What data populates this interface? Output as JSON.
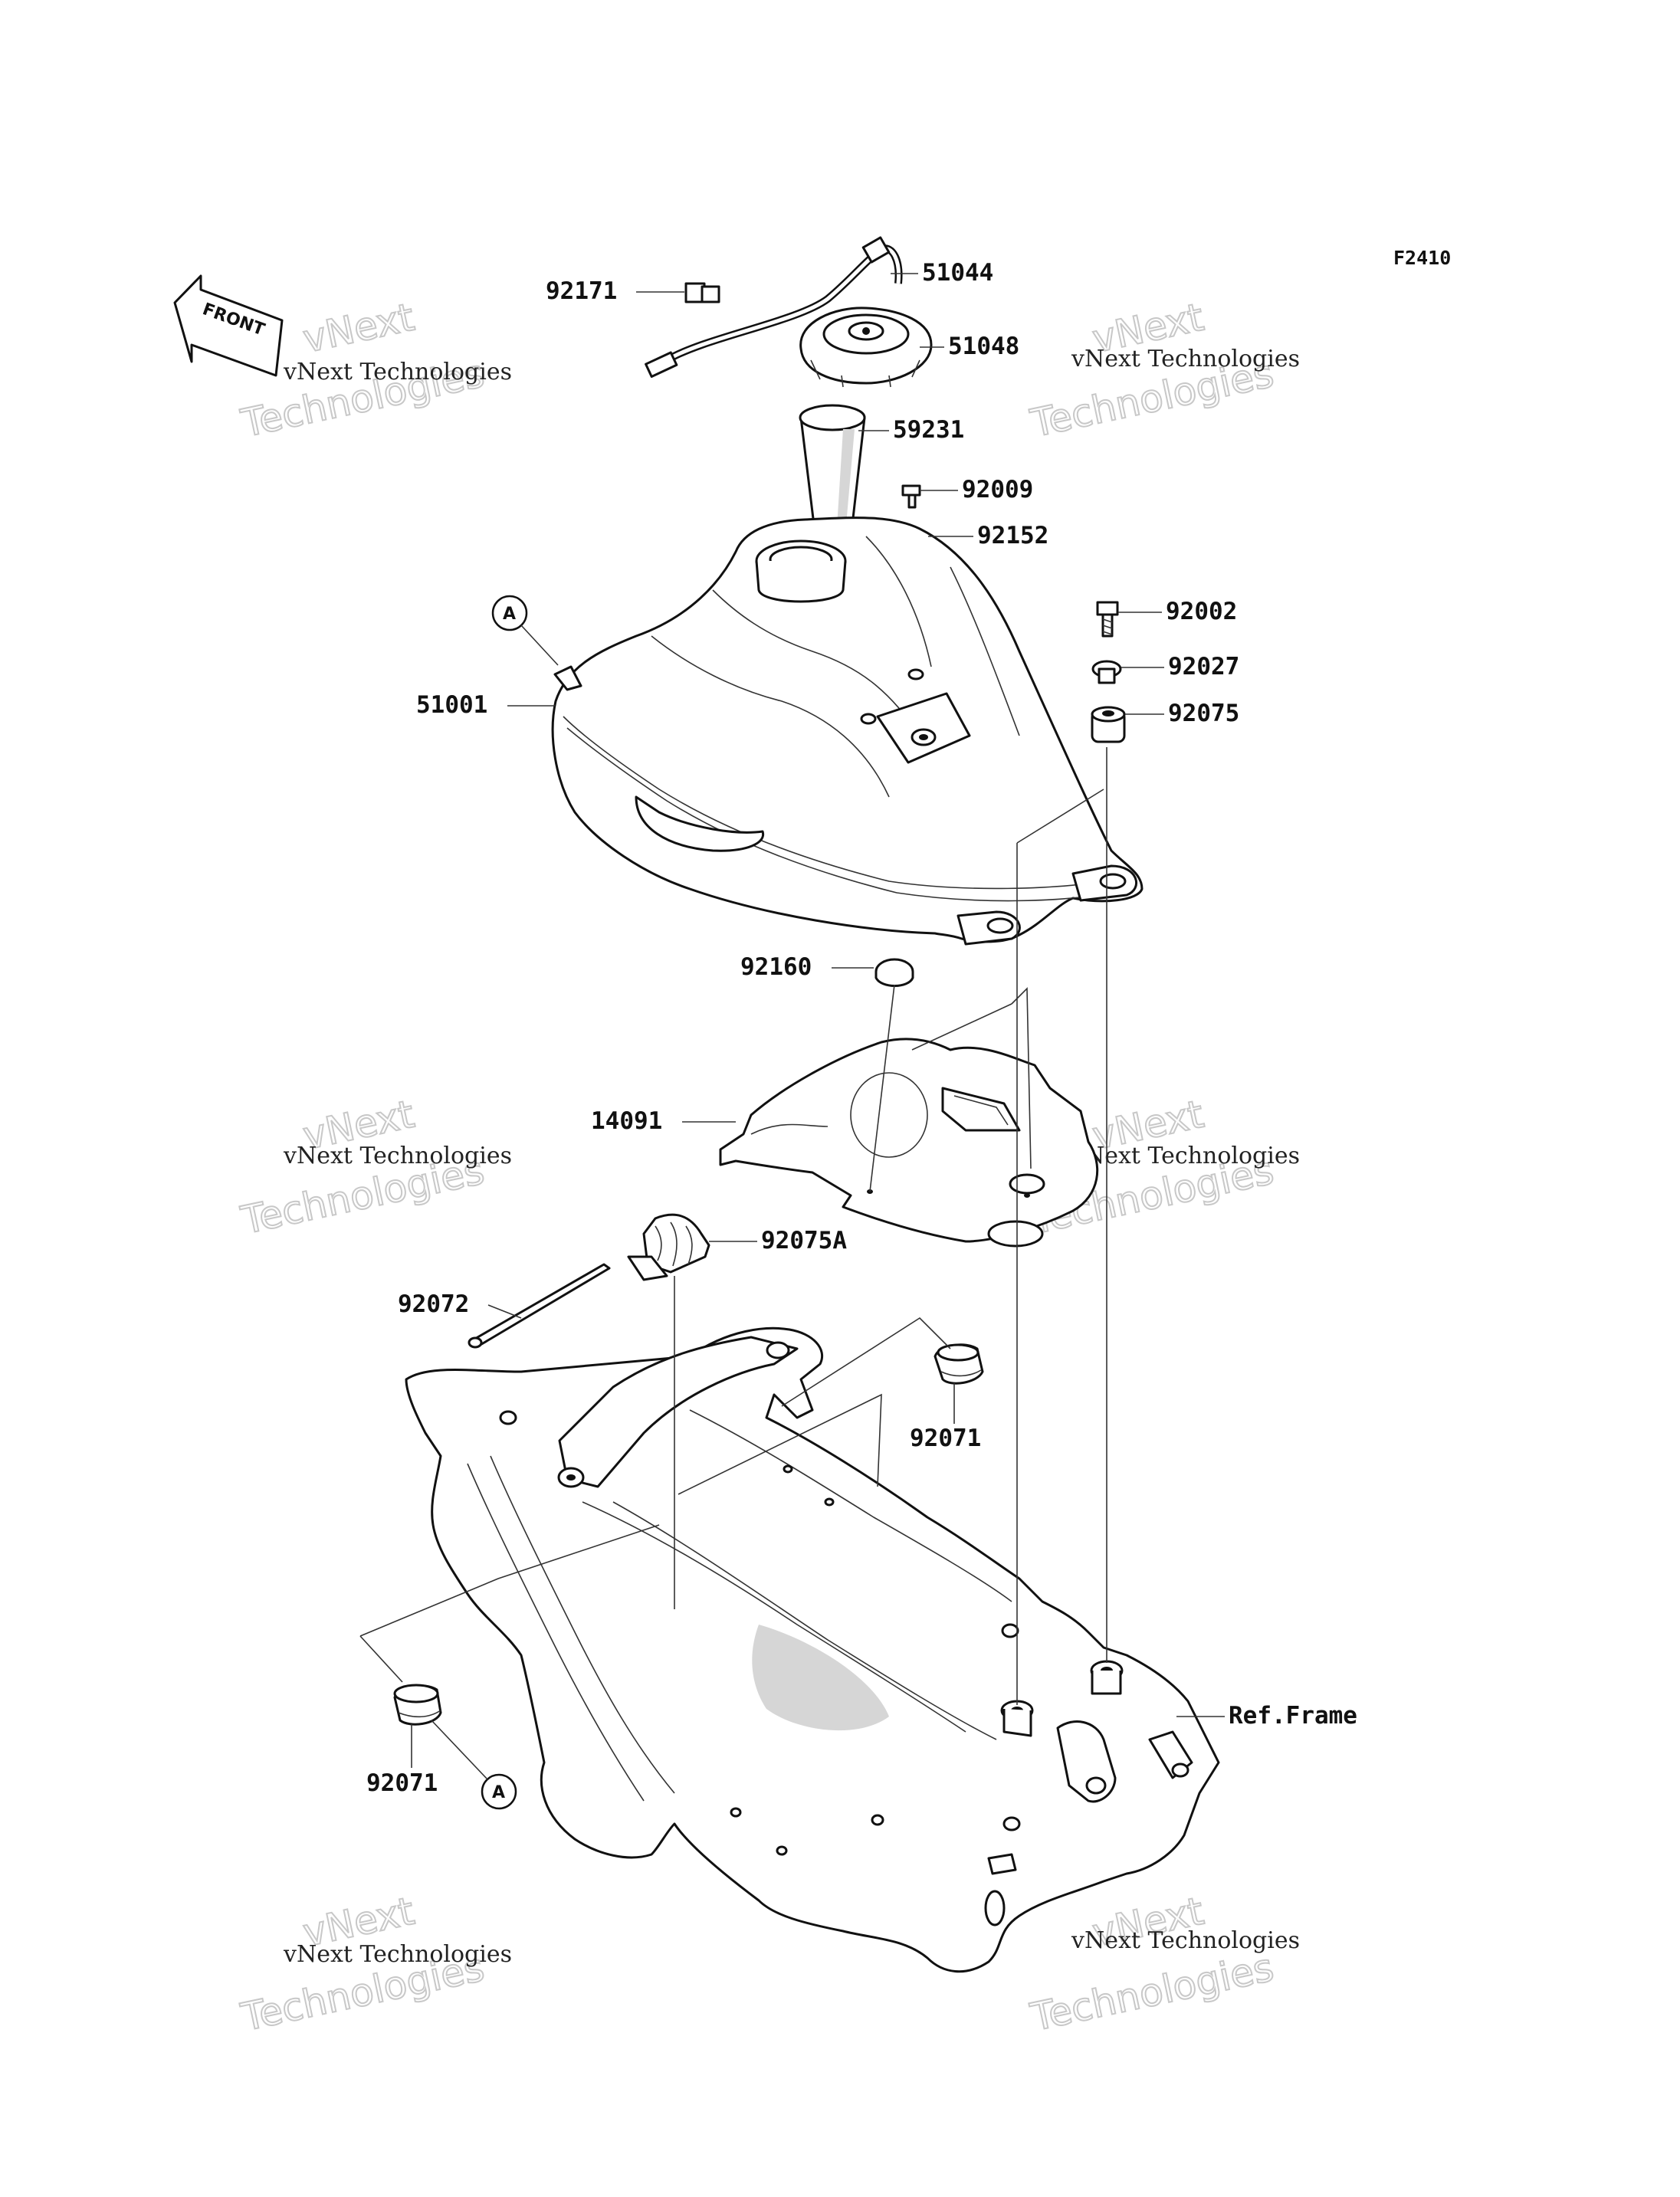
{
  "diagram_code": "F2410",
  "front_label": "FRONT",
  "ref_frame_label": "Ref.Frame",
  "callout_marker": "A",
  "watermark": {
    "line1": "vNext Technologies",
    "line2": "vNext",
    "line3": "Technologies"
  },
  "parts": [
    {
      "id": "p51044",
      "number": "51044"
    },
    {
      "id": "p92171",
      "number": "92171"
    },
    {
      "id": "p51048",
      "number": "51048"
    },
    {
      "id": "p59231",
      "number": "59231"
    },
    {
      "id": "p92009",
      "number": "92009"
    },
    {
      "id": "p92152",
      "number": "92152"
    },
    {
      "id": "p92002",
      "number": "92002"
    },
    {
      "id": "p92027",
      "number": "92027"
    },
    {
      "id": "p92075",
      "number": "92075"
    },
    {
      "id": "p51001",
      "number": "51001"
    },
    {
      "id": "p92160",
      "number": "92160"
    },
    {
      "id": "p14091",
      "number": "14091"
    },
    {
      "id": "p92075A",
      "number": "92075A"
    },
    {
      "id": "p92072",
      "number": "92072"
    },
    {
      "id": "p92071a",
      "number": "92071"
    },
    {
      "id": "p92071b",
      "number": "92071"
    }
  ]
}
